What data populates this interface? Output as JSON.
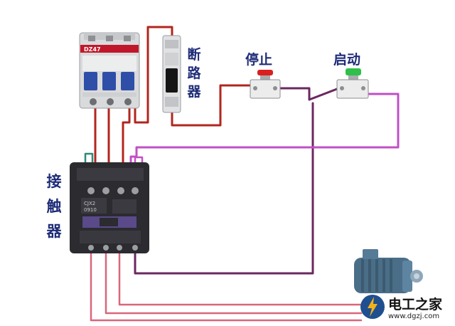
{
  "labels": {
    "breaker_vertical": [
      "断",
      "路",
      "器"
    ],
    "stop_button": "停止",
    "start_button": "启动",
    "contactor_vertical": [
      "接",
      "触",
      "器"
    ]
  },
  "breaker_face_text": "DZ47",
  "contactor_face_text": [
    "CJX2",
    "0910"
  ],
  "watermark": {
    "title": "电工之家",
    "url": "www.dgzj.com"
  },
  "colors": {
    "power_wire": "#b1261e",
    "control_wire": "#6a2860",
    "coil_wire": "#c24fc6",
    "motor_wire": "#d9667a",
    "aux_wire": "#2e8a7a",
    "label_text": "#1e2c78",
    "stop_button_cap": "#d92020",
    "start_button_cap": "#2fbf4a",
    "breaker_band": "#c0182a",
    "contactor_body": "#2b2b30",
    "motor_body": "#4a6e88"
  },
  "icons": [
    "lightning-bolt-icon"
  ]
}
